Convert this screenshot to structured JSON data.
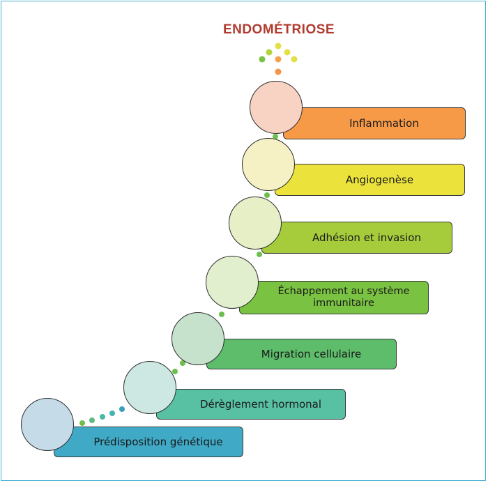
{
  "title": "ENDOMÉTRIOSE",
  "steps": [
    {
      "label": "Prédisposition génétique",
      "bar_color": "#3fa9c6",
      "circle_color": "#c6dbe8"
    },
    {
      "label": "Dérèglement hormonal",
      "bar_color": "#58c1a4",
      "circle_color": "#cde8e3"
    },
    {
      "label": "Migration cellulaire",
      "bar_color": "#5dbd6b",
      "circle_color": "#c6e2cd"
    },
    {
      "label": "Échappement au système immunitaire",
      "bar_color": "#7ac242",
      "circle_color": "#e1efcf"
    },
    {
      "label": "Adhésion et invasion",
      "bar_color": "#a6cc3c",
      "circle_color": "#e6efc6"
    },
    {
      "label": "Angiogenèse",
      "bar_color": "#ebe33c",
      "circle_color": "#f6f1c4"
    },
    {
      "label": "Inflammation",
      "bar_color": "#f79a48",
      "circle_color": "#f8d2c3"
    }
  ],
  "colors": {
    "frame": "#45b0d0",
    "title": "#b03a2e",
    "dot_green": "#6cbf4c",
    "dot_teal": "#45b4b2",
    "dot_orange": "#f4a04f",
    "dot_yellow": "#e3e047"
  }
}
